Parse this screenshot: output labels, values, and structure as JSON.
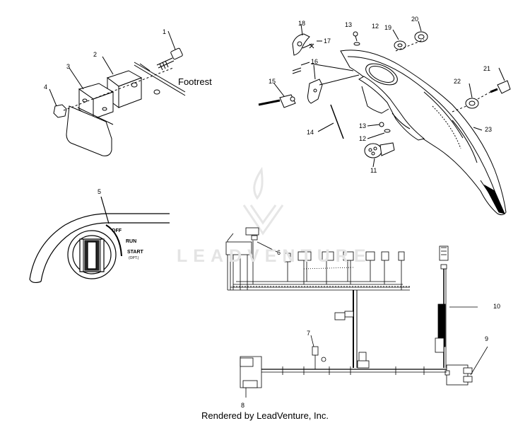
{
  "callouts": [
    "1",
    "2",
    "3",
    "4",
    "5",
    "6",
    "7",
    "8",
    "9",
    "10",
    "11",
    "12",
    "12",
    "13",
    "13",
    "14",
    "15",
    "16",
    "17",
    "18",
    "19",
    "20",
    "21",
    "22",
    "23"
  ],
  "footrest_label": "Footrest",
  "switch_labels": {
    "off": "OFF",
    "run": "RUN",
    "start": "START",
    "start_sub": "(OPT.)"
  },
  "watermark": {
    "brand": "LEADVENTURE"
  },
  "footer": {
    "text": "Rendered by LeadVenture, Inc."
  },
  "colors": {
    "ink": "#000000",
    "watermark": "#e4e4e4",
    "background": "#ffffff"
  }
}
